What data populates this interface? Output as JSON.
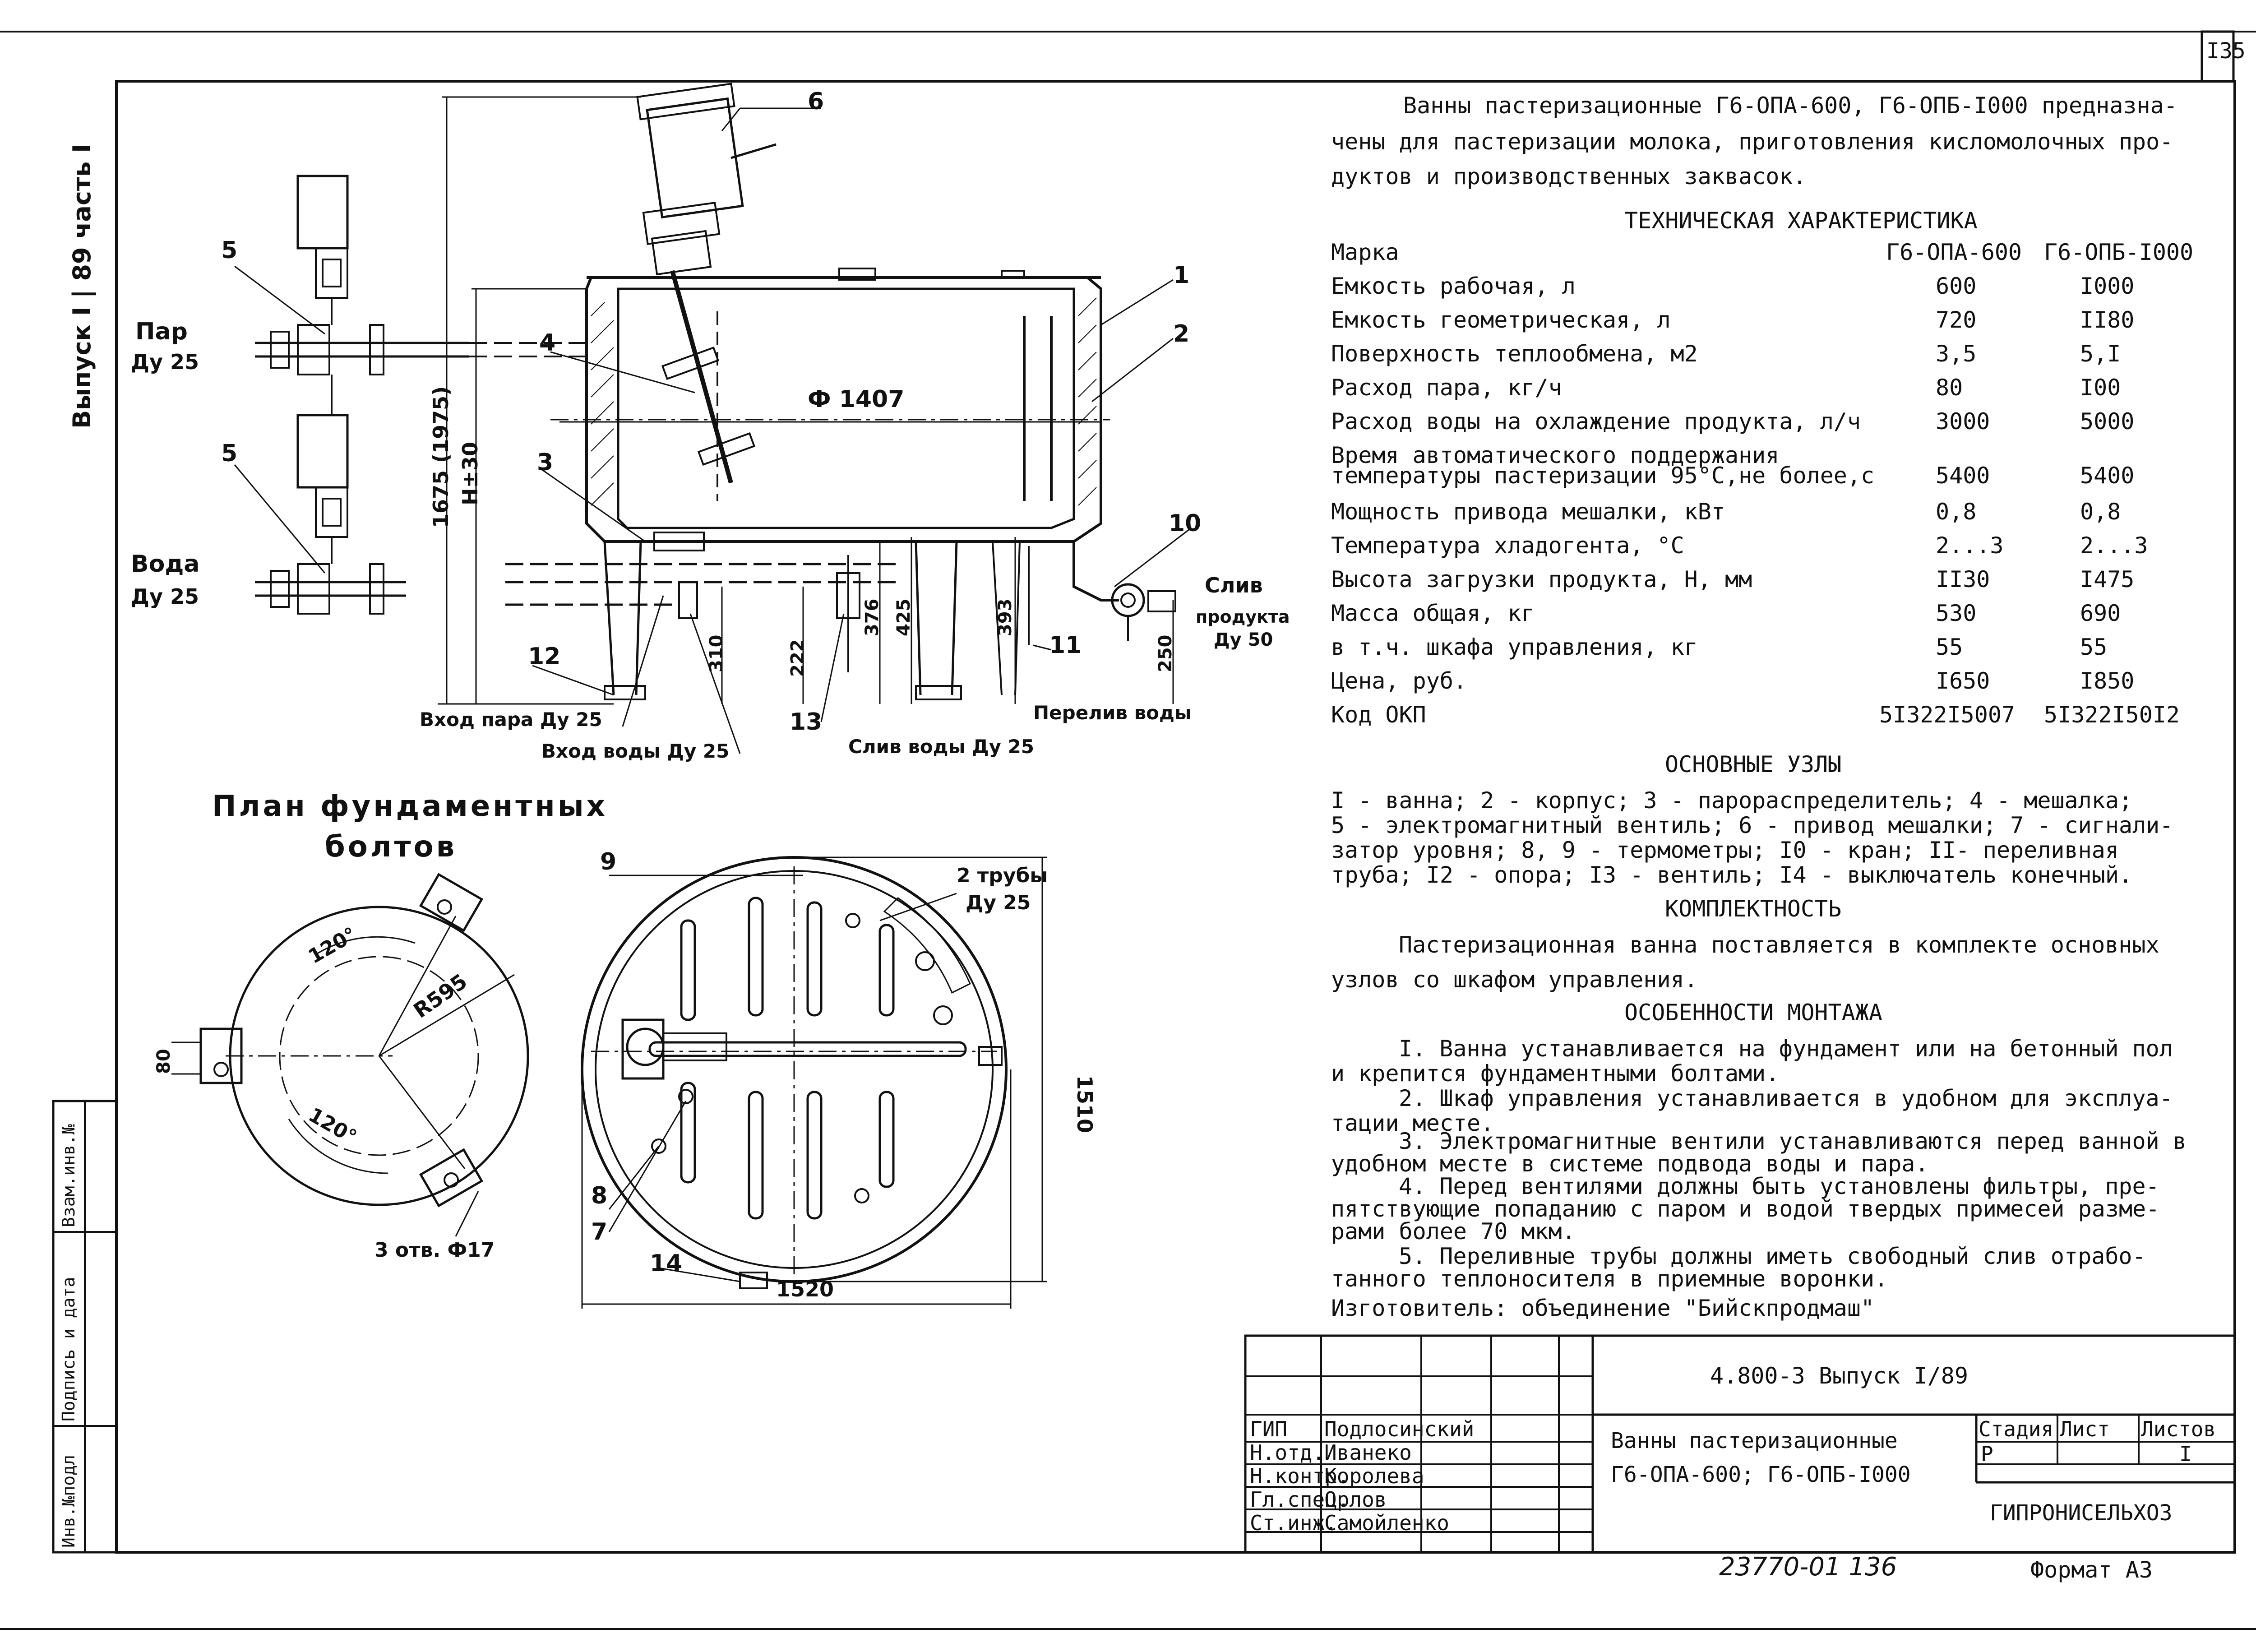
{
  "page_number": "I35",
  "intro": {
    "line1": "Ванны пастеризационные Г6-ОПА-600, Г6-ОПБ-I000 предназна-",
    "line2": "чены для пастеризации молока, приготовления кисломолочных про-",
    "line3": "дуктов и производственных заквасок."
  },
  "tech": {
    "title": "ТЕХНИЧЕСКАЯ ХАРАКТЕРИСТИКА",
    "rows": [
      {
        "label": "Марка",
        "v1": "Г6-ОПА-600",
        "v2": "Г6-ОПБ-I000"
      },
      {
        "label": "Емкость рабочая, л",
        "v1": "600",
        "v2": "I000"
      },
      {
        "label": "Емкость геометрическая, л",
        "v1": "720",
        "v2": "II80"
      },
      {
        "label": "Поверхность теплообмена, м2",
        "v1": "3,5",
        "v2": "5,I"
      },
      {
        "label": "Расход пара, кг/ч",
        "v1": "80",
        "v2": "I00"
      },
      {
        "label": "Расход воды на охлаждение продукта, л/ч",
        "v1": "3000",
        "v2": "5000"
      },
      {
        "label": "Время автоматического поддержания",
        "v1": "",
        "v2": ""
      },
      {
        "label": "температуры пастеризации 95°С,не более,с",
        "v1": "5400",
        "v2": "5400"
      },
      {
        "label": "Мощность привода мешалки, кВт",
        "v1": "0,8",
        "v2": "0,8"
      },
      {
        "label": "Температура хладогента, °С",
        "v1": "2...3",
        "v2": "2...3"
      },
      {
        "label": "Высота загрузки продукта, Н, мм",
        "v1": "II30",
        "v2": "I475"
      },
      {
        "label": "Масса общая, кг",
        "v1": "530",
        "v2": "690"
      },
      {
        "label": "в т.ч. шкафа управления, кг",
        "v1": "55",
        "v2": "55"
      },
      {
        "label": "Цена, руб.",
        "v1": "I650",
        "v2": "I850"
      },
      {
        "label": "Код ОКП",
        "v1": "5I322I5007",
        "v2": "5I322I50I2"
      }
    ]
  },
  "units": {
    "title": "ОСНОВНЫЕ УЗЛЫ",
    "line1": "I - ванна; 2 - корпус; 3 - парораспределитель; 4 - мешалка;",
    "line2": "5 - электромагнитный вентиль; 6 - привод мешалки; 7 - сигнали-",
    "line3": "затор уровня; 8, 9 - термометры; I0 - кран; II- переливная",
    "line4": "труба; I2 - опора; I3 - вентиль; I4 - выключатель конечный."
  },
  "kit": {
    "title": "КОМПЛЕКТНОСТЬ",
    "line1": "Пастеризационная ванна поставляется в комплекте основных",
    "line2": "узлов со шкафом управления."
  },
  "mount": {
    "title": "ОСОБЕННОСТИ МОНТАЖА",
    "l1": "I. Ванна устанавливается на фундамент или на бетонный пол",
    "l2": "и крепится фундаментными болтами.",
    "l3": "2. Шкаф управления устанавливается в удобном для эксплуа-",
    "l4": "тации месте.",
    "l5": "3. Электромагнитные вентили устанавливаются перед ванной в",
    "l6": "удобном месте в системе подвода воды и пара.",
    "l7": "4. Перед вентилями должны быть установлены фильтры, пре-",
    "l8": "пятствующие попаданию с паром и водой твердых примесей разме-",
    "l9": "рами более 70 мкм.",
    "l10": "5. Переливные трубы должны иметь свободный слив отрабо-",
    "l11": "танного теплоносителя в приемные воронки."
  },
  "maker": "Изготовитель: объединение \"Бийскпродмаш\"",
  "side_stamp": "Выпуск I | 89 часть I",
  "left_strip": [
    "Инв.№подл",
    "Подпись и дата",
    "Взам.инв.№"
  ],
  "drawing": {
    "section_labels": {
      "par": "Пар",
      "par_dn": "Ду 25",
      "voda": "Вода",
      "voda_dn": "Ду 25",
      "sliv": "Слив",
      "sliv_prod": "продукта",
      "sliv_dn": "Ду 50",
      "vhod_para": "Вход пара Ду 25",
      "vhod_vody": "Вход воды Ду 25",
      "sliv_vody": "Слив воды Ду 25",
      "pereliv": "Перелив воды",
      "diam": "Ф 1407",
      "height": "1675 (1975)",
      "h30": "H±30",
      "d310": "310",
      "d222": "222",
      "d376": "376",
      "d425": "425",
      "d393": "393",
      "d250": "250"
    },
    "callouts": [
      "1",
      "2",
      "3",
      "4",
      "5",
      "5",
      "6",
      "10",
      "11",
      "12",
      "13",
      "9",
      "8",
      "7",
      "14"
    ],
    "plan_title_1": "План фундаментных",
    "plan_title_2": "болтов",
    "plan_labels": {
      "a120_1": "120°",
      "a120_2": "120°",
      "r595": "R595",
      "d80": "80",
      "holes": "3 отв. Ф17",
      "pipes_1": "2 трубы",
      "pipes_2": "Ду 25",
      "w1520": "1520",
      "h1510": "1510"
    }
  },
  "title_block": {
    "code": "4.800-3 Выпуск I/89",
    "name_1": "Ванны пастеризационные",
    "name_2": "Г6-ОПА-600; Г6-ОПБ-I000",
    "stage_h": "Стадия",
    "sheet_h": "Лист",
    "sheets_h": "Листов",
    "stage": "Р",
    "sheet": "I",
    "sheets": "",
    "org": "ГИПРОНИСЕЛЬХОЗ",
    "people": [
      {
        "role": "ГИП",
        "name": "Подлосинский"
      },
      {
        "role": "Н.отд.",
        "name": "Иванеко"
      },
      {
        "role": "Н.контр.",
        "name": "Королева"
      },
      {
        "role": "Гл.спец.",
        "name": "Орлов"
      },
      {
        "role": "Ст.инж.",
        "name": "Самойленко"
      }
    ]
  },
  "footer": {
    "num": "23770-01 136",
    "format": "Формат А3"
  }
}
